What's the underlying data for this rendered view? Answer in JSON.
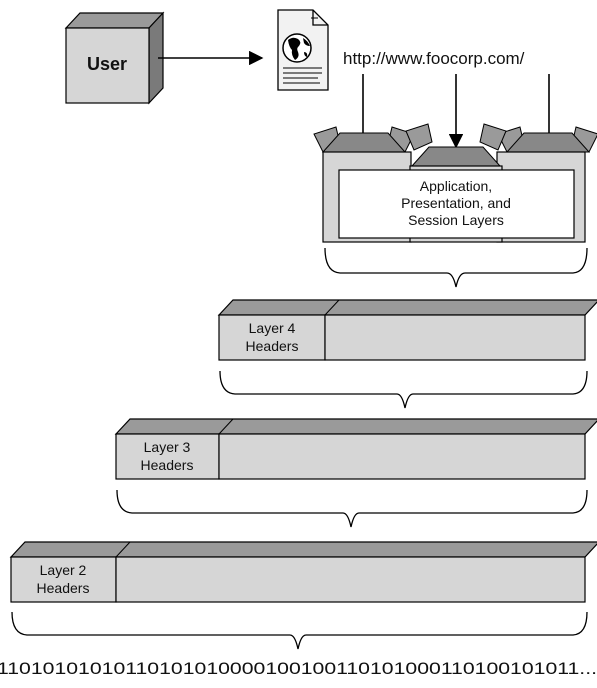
{
  "user": {
    "label": "User"
  },
  "url": {
    "text": "http://www.foocorp.com/"
  },
  "application_layers": {
    "lines": [
      "Application,",
      "Presentation, and",
      "Session Layers"
    ]
  },
  "layer4": {
    "lines": [
      "Layer 4",
      "Headers"
    ]
  },
  "layer3": {
    "lines": [
      "Layer 3",
      "Headers"
    ]
  },
  "layer2": {
    "lines": [
      "Layer 2",
      "Headers"
    ]
  },
  "bitstream": {
    "text": "11010101010110101010000100100110101000110100101011..."
  },
  "colors": {
    "box_fill": "#d6d6d6",
    "box_top": "#9a9a9a",
    "box_side": "#7a7a7a",
    "stroke": "#000000"
  }
}
